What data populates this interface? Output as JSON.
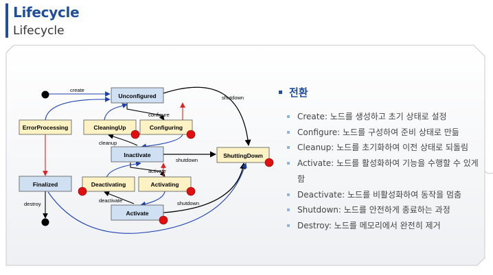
{
  "header": {
    "title": "Lifecycle",
    "subtitle": "Lifecycle"
  },
  "diagram": {
    "states": {
      "unconfigured": "Unconfigured",
      "error_processing": "ErrorProcessing",
      "cleaning_up": "CleaningUp",
      "configuring": "Configuring",
      "inactivate": "Inactivate",
      "shutting_down": "ShuttingDown",
      "finalized": "Finalized",
      "deactivating": "Deactivating",
      "activating": "Activating",
      "activate": "Activate"
    },
    "transitions": {
      "create": "create",
      "configure": "configure",
      "cleanup": "cleanup",
      "activate": "activate",
      "deactivate": "deactivate",
      "destroy": "destroy",
      "shutdown_top": "shutdown",
      "shutdown_mid": "shutdown",
      "shutdown_bottom": "shutdown"
    },
    "colors": {
      "primary_state": "#cfe0f3",
      "transition_state": "#fdf2c4",
      "error_marker": "#e01010",
      "arrow_blue": "#1c3fb0",
      "arrow_red": "#e02020"
    }
  },
  "transitions_section": {
    "heading": "전환",
    "items": [
      "Create: 노드를 생성하고 초기 상태로 설정",
      "Configure: 노드를 구성하여 준비 상태로 만듦",
      "Cleanup: 노드를 초기화하여 이전 상태로 되돌림",
      "Activate: 노드를 활성화하여 기능을 수행할 수 있게 함",
      "Deactivate: 노드를 비활성화하여 동작을 멈춤",
      "Shutdown: 노드를 안전하게 종료하는 과정",
      "Destroy: 노드를 메모리에서 완전히 제거"
    ]
  }
}
